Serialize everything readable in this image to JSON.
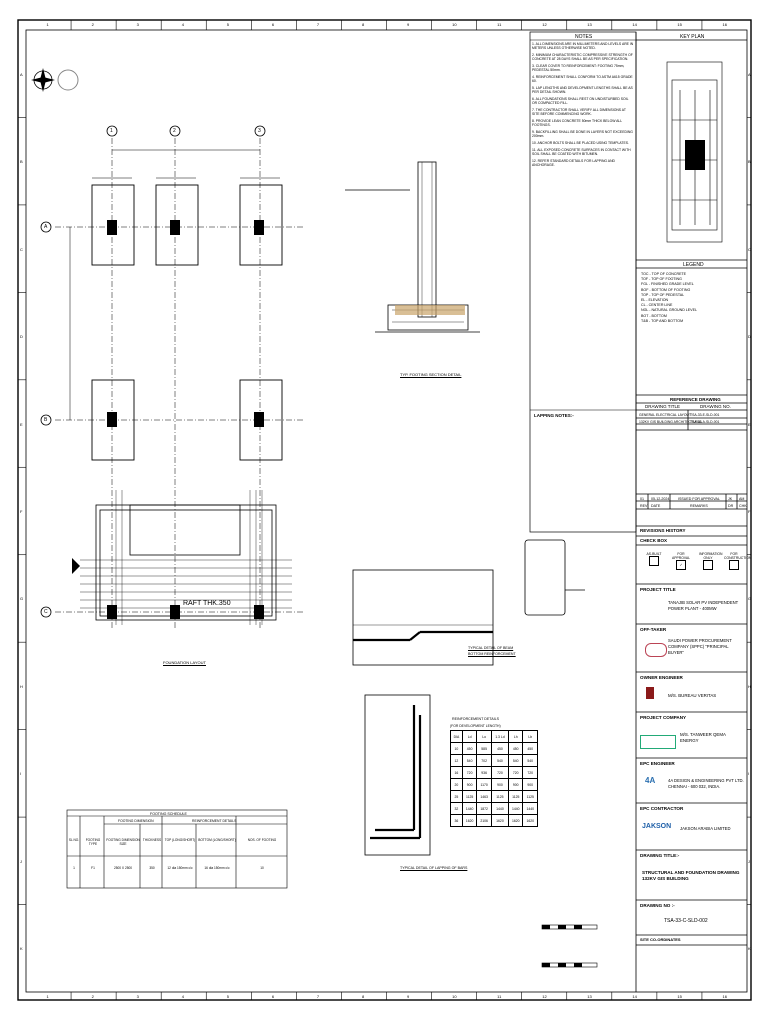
{
  "notes": {
    "title": "NOTES",
    "items": [
      "1. ALL DIMENSIONS ARE IN MILLIMETERS AND LEVELS ARE IN METERS UNLESS OTHERWISE NOTED.",
      "2. MINIMUM CHARACTERISTIC COMPRESSIVE STRENGTH OF CONCRETE AT 28 DAYS SHALL BE AS PER SPECIFICATION.",
      "3. CLEAR COVER TO REINFORCEMENT: FOOTING 75mm, PEDESTAL 50mm.",
      "4. REINFORCEMENT SHALL CONFORM TO ASTM A615 GRADE 60.",
      "5. LAP LENGTHS AND DEVELOPMENT LENGTHS SHALL BE AS PER DETAIL SHOWN.",
      "6. ALL FOUNDATIONS SHALL REST ON UNDISTURBED SOIL OR COMPACTED FILL.",
      "7. THE CONTRACTOR SHALL VERIFY ALL DIMENSIONS AT SITE BEFORE COMMENCING WORK.",
      "8. PROVIDE LEAN CONCRETE 50mm THICK BELOW ALL FOOTINGS.",
      "9. BACKFILLING SHALL BE DONE IN LAYERS NOT EXCEEDING 200mm.",
      "10. ANCHOR BOLTS SHALL BE PLACED USING TEMPLATES.",
      "11. ALL EXPOSED CONCRETE SURFACES IN CONTACT WITH SOIL SHALL BE COATED WITH BITUMEN.",
      "12. REFER STANDARD DETAILS FOR LAPPING AND ANCHORAGE."
    ],
    "lapping_title": "LAPPING NOTES:-"
  },
  "key_plan": {
    "title": "KEY PLAN"
  },
  "legend": {
    "title": "LEGEND",
    "items": [
      "TOC - TOP OF CONCRETE",
      "TOF - TOP OF FOOTING",
      "FGL - FINISHED GRADE LEVEL",
      "BOF - BOTTOM OF FOOTING",
      "TOP - TOP OF PEDESTAL",
      "EL - ELEVATION",
      "CL - CENTER LINE",
      "NGL - NATURAL GROUND LEVEL",
      "BOT - BOTTOM",
      "T&B - TOP AND BOTTOM"
    ]
  },
  "reference": {
    "title": "REFERENCE DRAWING",
    "col1": "DRAWING TITLE",
    "col2": "DRAWING NO.",
    "rows": [
      [
        "GENERAL ELECTRICAL LAYOUT",
        "TSA-33-E-SLD-001"
      ],
      [
        "132KV GIS BUILDING ARCHITECTURAL",
        "TSA-33-A-SLD-001"
      ]
    ]
  },
  "revision": {
    "row": [
      "01",
      "05-12-2024",
      "ISSUED FOR APPROVAL",
      "JK",
      "AM"
    ],
    "headers": [
      "REV",
      "DATE",
      "REMARKS",
      "DR",
      "CHK"
    ],
    "history": "REVISIONS HISTORY",
    "checkbox": "CHECK BOX",
    "checks": [
      "AS-BUILT",
      "FOR APPROVAL",
      "INFORMATION ONLY",
      "FOR CONSTRUCTION"
    ]
  },
  "project_title": {
    "label": "PROJECT TITLE",
    "value": "TANAJIB SOLAR PV INDEPENDENT POWER PLANT - 400MW"
  },
  "offtaker": {
    "label": "OFF-TAKER",
    "value": "SAUDI POWER PROCUREMENT COMPANY (SPPC) \"PRINCIPAL BUYER\""
  },
  "owner_engineer": {
    "label": "OWNER ENGINEER",
    "value": "M/S. BUREAU VERITAS"
  },
  "project_company": {
    "label": "PROJECT COMPANY",
    "value": "M/S. TANWEER QEMA ENERGY"
  },
  "epc_engineer": {
    "label": "EPC ENGINEER",
    "value": "4A DESIGN & ENGINEERING PVT LTD. CHENNAI - 600 032, INDIA."
  },
  "epc_contractor": {
    "label": "EPC CONTRACTOR",
    "value": "JAKSON ARABIA LIMITED",
    "logo": "JAKSON"
  },
  "drawing_title": {
    "label": "DRAWING TITLE:-",
    "value": "STRUCTURAL AND FOUNDATION DRAWING 132KV GIS BUILDING"
  },
  "drawing_no": {
    "label": "DRAWING NO :-",
    "value": "TSA-33-C-SLD-002"
  },
  "site": {
    "label": "SITE CO-ORDINATES"
  },
  "plan": {
    "axes_cols": [
      "1",
      "2",
      "3"
    ],
    "axes_rows": [
      "A",
      "B",
      "C"
    ],
    "raft_label": "RAFT THK.350",
    "plan_title": "FOUNDATION LAYOUT",
    "section_title": "TYP. FOOTING SECTION DETAIL",
    "detail1_title": "TYPICAL DETAIL OF BEAM BOTTOM REINFORCEMENT",
    "detail2_title": "TYPICAL DETAIL OF L-BAR LAPPING",
    "detail3_title": "TYPICAL DETAIL OF LAPPING OF BARS"
  },
  "footing_schedule": {
    "title": "FOOTING SCHEDULE",
    "headers": [
      "SL NO.",
      "FOOTING TYPE",
      "FOOTING DIMENSION SIZE",
      "THICKNESS",
      "TOP (LONG/SHORT)",
      "BOTTOM (LONG/SHORT)",
      "NOS. OF FOOTING"
    ],
    "group1": "FOOTING DIMENSION",
    "group2": "REINFORCEMENT DETAILS",
    "rows": [
      [
        "1",
        "F1",
        "2500 X 2500",
        "350",
        "12 dia 150mm c/c",
        "16 dia 150mm c/c",
        "10"
      ]
    ]
  },
  "lap_table": {
    "title": "REINFORCEMENT DETAILS",
    "subtitle": "(FOR DEVELOPMENT LENGTH)",
    "headers": [
      "DIA",
      "Ld",
      "Lo",
      "1.3 Ld",
      "Lh",
      "Lb"
    ],
    "rows": [
      [
        "10",
        "450",
        "585",
        "450",
        "450",
        "450"
      ],
      [
        "12",
        "540",
        "702",
        "540",
        "540",
        "540"
      ],
      [
        "16",
        "720",
        "936",
        "720",
        "720",
        "720"
      ],
      [
        "20",
        "900",
        "1170",
        "900",
        "900",
        "900"
      ],
      [
        "25",
        "1125",
        "1463",
        "1125",
        "1125",
        "1125"
      ],
      [
        "32",
        "1440",
        "1872",
        "1440",
        "1440",
        "1440"
      ],
      [
        "36",
        "1620",
        "2106",
        "1620",
        "1620",
        "1620"
      ]
    ]
  },
  "border": {
    "top_numbers": [
      "1",
      "2",
      "3",
      "4",
      "5",
      "6",
      "7",
      "8",
      "9",
      "10",
      "11",
      "12",
      "13",
      "14",
      "15",
      "16"
    ],
    "side_letters": [
      "A",
      "B",
      "C",
      "D",
      "E",
      "F",
      "G",
      "H",
      "I",
      "J",
      "K"
    ]
  }
}
